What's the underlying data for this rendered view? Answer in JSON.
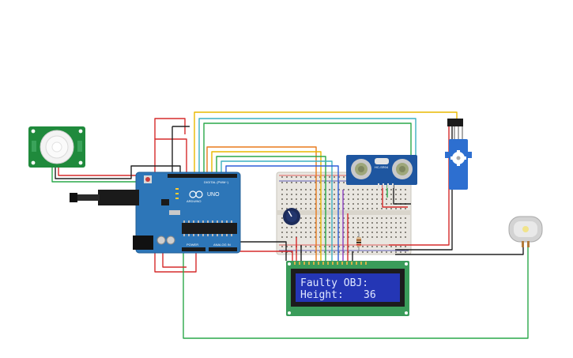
{
  "lcd": {
    "line1": "Faulty OBJ:",
    "line2_label": "Height:",
    "line2_value": "36"
  },
  "arduino": {
    "model_label": "UNO",
    "brand_label": "ARDUINO",
    "header_label": "DIGITAL (PWM~)",
    "power_label": "POWER",
    "analog_label": "ANALOG IN"
  },
  "ultrasonic": {
    "model_label": "HC-SR04"
  },
  "colors": {
    "arduino_board": "#2d76b8",
    "lcd_board": "#3a9c5a",
    "lcd_screen": "#2436b5",
    "pir_board": "#1f8a3c",
    "servo_body": "#2d6fd0",
    "ultrasonic_board": "#1e56a0",
    "wire_red": "#d52b2b",
    "wire_black": "#222222",
    "wire_green": "#2aa84a",
    "wire_yellow": "#e8b800",
    "wire_orange": "#e87a1c",
    "wire_blue": "#2e5fd8",
    "wire_teal": "#3cb0c0",
    "wire_purple": "#8a3fc0"
  },
  "components": [
    {
      "name": "pir-motion-sensor"
    },
    {
      "name": "arduino-uno-board"
    },
    {
      "name": "breadboard"
    },
    {
      "name": "potentiometer"
    },
    {
      "name": "ultrasonic-sensor"
    },
    {
      "name": "servo-motor"
    },
    {
      "name": "dc-motor"
    },
    {
      "name": "lcd-16x2-display"
    },
    {
      "name": "resistor"
    }
  ]
}
